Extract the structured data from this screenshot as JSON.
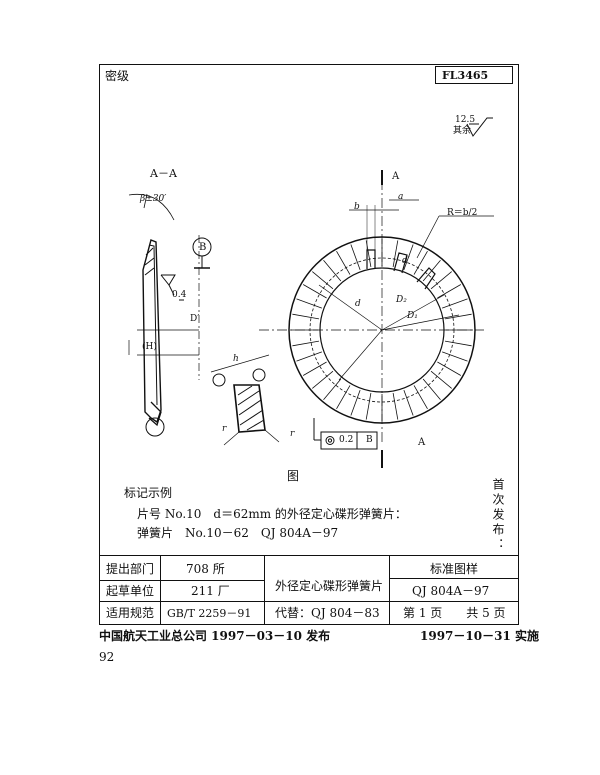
{
  "header": {
    "classification_label": "密级",
    "doc_code": "FL3465"
  },
  "roughness": {
    "value": "12.5",
    "rest_label": "其余"
  },
  "drawing": {
    "section_label": "A－A",
    "angle_label": "β±30′",
    "datum_b": "B",
    "dim_04": "0.4",
    "dim_d_prime": "D′",
    "dim_h_paren": "(H)",
    "dim_h": "h",
    "dim_r1": "r",
    "dim_r2": "r",
    "cut_a_top": "A",
    "cut_a_bottom": "A",
    "dim_b": "b",
    "dim_a": "a",
    "radius_note": "R＝b/2",
    "dim_d_small": "d′",
    "dim_d": "d",
    "dim_d2": "D₂",
    "dim_d1": "D₁",
    "tol_value": "0.2",
    "tol_datum": "B",
    "figure_caption": "图"
  },
  "notes": {
    "heading": "标记示例",
    "line1": "片号 No.10　d＝62mm 的外径定心碟形弹簧片：",
    "line2": "弹簧片　No.10－62　QJ 804A－97"
  },
  "side_stamp": "首次发布：",
  "title_block": {
    "dept_label": "提出部门",
    "dept_value": "708 所",
    "draft_label": "起草单位",
    "draft_value": "211 厂",
    "scope_label": "适用规范",
    "scope_value": "GB/T 2259－91",
    "title": "外径定心碟形弹簧片",
    "replace_label": "代替：QJ 804－83",
    "std_label": "标准图样",
    "std_number": "QJ 804A－97",
    "page_label": "第 1 页　　共 5 页"
  },
  "footer": {
    "publisher": "中国航天工业总公司 1997－03－10 发布",
    "effective": "1997－10－31 实施",
    "page_number": "92"
  }
}
